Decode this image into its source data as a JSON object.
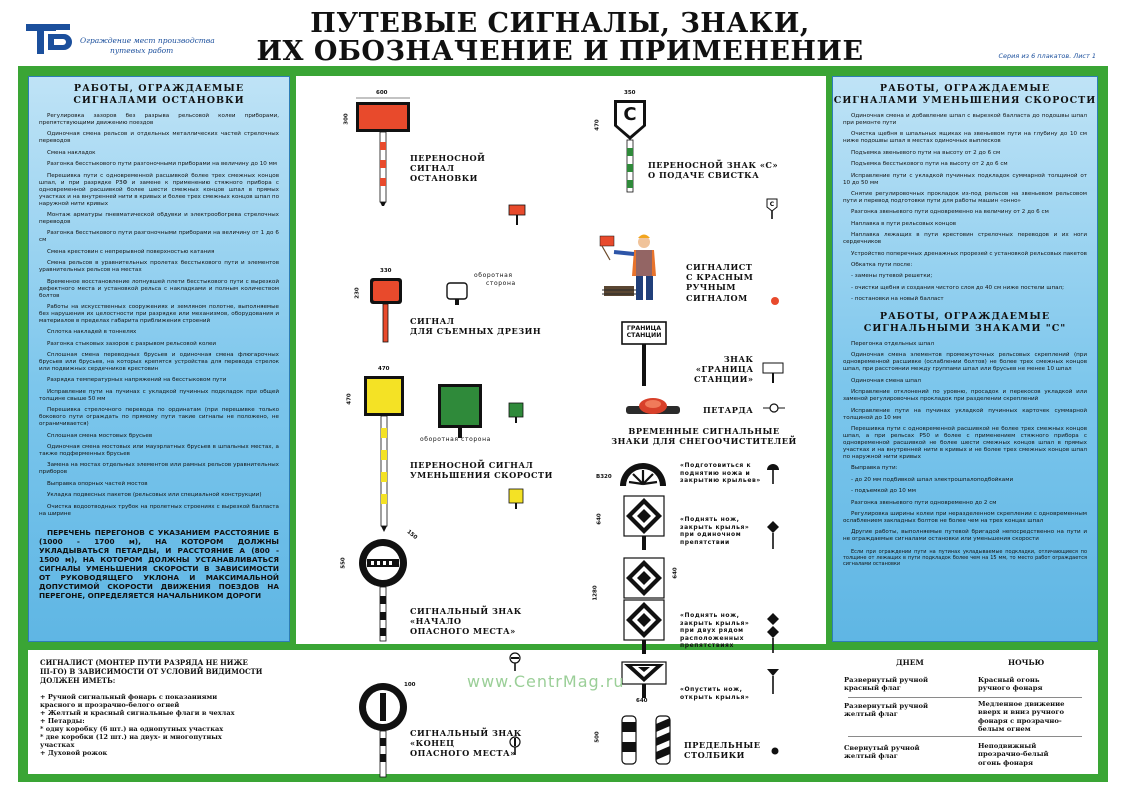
{
  "header": {
    "logo_text": "ТБ",
    "logo_caption_1": "Ограждение мест производства",
    "logo_caption_2": "путевых работ",
    "title_line_1": "ПУТЕВЫЕ СИГНАЛЫ, ЗНАКИ,",
    "title_line_2": "ИХ ОБОЗНАЧЕНИЕ И ПРИМЕНЕНИЕ",
    "series_note": "Серия из 6 плакатов. Лист 1"
  },
  "left_panel": {
    "title_1": "РАБОТЫ, ОГРАЖДАЕМЫЕ",
    "title_2": "СИГНАЛАМИ ОСТАНОВКИ",
    "items": [
      "Регулировка зазоров без разрыва рельсовой колеи приборами, препятствующими движению поездов",
      "Одиночная смена рельсов и отдельных металлических частей стрелочных переводов",
      "Смена накладок",
      "Разгонка бесстыкового пути разгоночными приборами на величину до 10 мм",
      "Перешивка пути с одновременной расшивкой более трех смежных концов шпал, и при разрядке РЗФ и замене к применению стяжного прибора с одновременной расшивкой более шести смежных концов шпал в прямых участках и на внутренней нити в кривых и более трех смежных концов шпал по наружной нити кривых",
      "Монтаж арматуры пневматической обдувки и электрообогрева стрелочных переводов",
      "Разгонка бесстыкового пути разгоночными приборами на величину от 1 до 6 см",
      "Смена крестовин с непрерывной поверхностью катания",
      "Смена рельсов в уравнительных пролетах бесстыкового пути и элементов уравнительных рельсов на местах",
      "Временное восстановление лопнувшей плети бесстыкового пути с вырезкой дефектного места и установкой рельса с накладками и полным количеством болтов",
      "Работы на искусственных сооружениях и земляном полотне, выполняемые без нарушения их целостности при разрядке или механизмов, оборудования и материалов в пределах габарита приближения строений",
      "Сплотка накладей в тоннелях",
      "Разгонка стыковых зазоров с разрывом рельсовой колеи",
      "Сплошная смена переводных брусьев и одиночная смена флюгарочных брусьев или брусьев, на которых крепятся устройства для перевода стрелок или подвижных сердечников крестовин",
      "Разрядка температурных напряжений на бесстыковом пути",
      "Исправление пути на пучинах с укладкой пучинных подкладок при общей толщине свыше 50 мм",
      "Перешивка стрелочного перевода по ординатам (при перешивке только бокового пути ограждать по прямому пути такие сигналы не положено, не ограничивается)",
      "Сплошная смена мостовых брусьев",
      "Одиночная смена мостовых или мауэрлатных брусьев в шпальных местах, а также подферменных брусьев",
      "Замена на мостах отдельных элементов или рамных рельсов уравнительных приборов",
      "Выправка опорных частей мостов",
      "Укладка подвесных пакетов (рельсовых или специальной конструкции)",
      "Очистка водоотводных трубок на пролетных строениях с вырезкой балласта на ширине"
    ],
    "note": "ПЕРЕЧЕНЬ ПЕРЕГОНОВ С УКАЗАНИЕМ РАССТОЯНИЕ Б (1000 - 1700 м), НА КОТОРОМ ДОЛЖНЫ УКЛАДЫВАТЬСЯ ПЕТАРДЫ, И РАССТОЯНИЕ А (800 - 1500 м), НА КОТОРОМ ДОЛЖНЫ УСТАНАВЛИВАТЬСЯ СИГНАЛЫ УМЕНЬШЕНИЯ СКОРОСТИ В ЗАВИСИМОСТИ ОТ РУКОВОДЯЩЕГО УКЛОНА И МАКСИМАЛЬНОЙ ДОПУСТИМОЙ СКОРОСТИ ДВИЖЕНИЯ ПОЕЗДОВ НА ПЕРЕГОНЕ, ОПРЕДЕЛЯЕТСЯ НАЧАЛЬНИКОМ ДОРОГИ"
  },
  "right_panel": {
    "title_1": "РАБОТЫ, ОГРАЖДАЕМЫЕ",
    "title_2": "СИГНАЛАМИ УМЕНЬШЕНИЯ СКОРОСТИ",
    "items": [
      "Одиночная смена и добавление шпал с вырезкой балласта до подошвы шпал при ремонте пути",
      "Очистка щебня в шпальных ящиках на звеньевом пути на глубину до 10 см ниже подошвы шпал в местах одиночных выплесков",
      "Подъемка звеньевого пути на высоту от 2 до 6 см",
      "Подъемка бесстыкового пути на высоту от 2 до 6 см",
      "Исправление пути с укладкой пучинных подкладок суммарной толщиной от 10 до 50 мм",
      "Снятие регулировочных прокладок из-под рельсов на звеньевом рельсовом пути и перевод подготовки пути для работы машин «онно»",
      "Разгонка звеньевого пути одновременно на величину от 2 до 6 см",
      "Наплавка в пути рельсовых концов",
      "Наплавка лежащих в пути крестовин стрелочных переводов и их ноги сердечников",
      "Устройство поперечных дренажных прорезей с установкой рельсовых пакетов",
      "Обкатка пути после:",
      "- замены путевой решетки;",
      "- очистки щебня и создания чистого слоя до 40 см ниже постели шпал;",
      "- постановки на новый балласт"
    ],
    "title_3": "РАБОТЫ, ОГРАЖДАЕМЫЕ",
    "title_4": "СИГНАЛЬНЫМИ ЗНАКАМИ \"С\"",
    "items2": [
      "Перегонка отдельных шпал",
      "Одиночная смена элементов промежуточных рельсовых скреплений (при одновременной расшивке (ослаблении болтов) не более трех смежных концов шпал, при расстоянии между группами шпал или брусьев не менее 10 шпал",
      "Одиночная смена шпал",
      "Исправление отклонений по уровню, просадок и перекосов укладкой или заменой регулировочных прокладок при разделении скреплений",
      "Исправление пути на пучинах укладкой пучинных карточек суммарной толщиной до 10 мм",
      "Перешивка пути с одновременной расшивкой не более трех смежных концов шпал, а при рельсах Р50 и более с применением стяжного прибора с одновременной расшивкой не более шести смежных концов шпал в прямых участках и на внутренней нити в кривых и не более трех смежных концов шпал по наружной нити кривых",
      "Выправка пути:",
      "- до 20 мм подбивкой шпал электрошпалоподбойками",
      "- подъемкой до 10 мм",
      "Разгонка звеньевого пути одновременно до 2 см",
      "Регулировка ширины колеи при неразделенном скреплении с одновременным ослаблением закладных болтов не более чем на трех концах шпал",
      "Другие работы, выполняемые путевой бригадой непосредственно на пути и не ограждаемые сигналами остановки или уменьшения скорости"
    ],
    "note2": "Если при ограждении пути на путинах укладываемые подкладки, отличающиеся по толщине от лежащих в пути подкладок более чем на 15 мм, то место работ ограждается сигналами остановки"
  },
  "center": {
    "dim_600": "600",
    "dim_300": "300",
    "stop_label": "ПЕРЕНОСНОЙ СИГНАЛ ОСТАНОВКИ",
    "stop_l1": "ПЕРЕНОСНОЙ",
    "stop_l2": "СИГНАЛ",
    "stop_l3": "ОСТАНОВКИ",
    "dim_330": "330",
    "dim_230": "230",
    "reverse_1": "оборотная",
    "reverse_2": "сторона",
    "drezina_l1": "СИГНАЛ",
    "drezina_l2": "ДЛЯ СЪЕМНЫХ ДРЕЗИН",
    "dim_470a": "470",
    "dim_470b": "470",
    "reverse_full": "оборотная сторона",
    "speed_l1": "ПЕРЕНОСНОЙ СИГНАЛ",
    "speed_l2": "УМЕНЬШЕНИЯ СКОРОСТИ",
    "dim_550": "550",
    "dim_150": "150",
    "start_l1": "СИГНАЛЬНЫЙ ЗНАК",
    "start_l2": "«НАЧАЛО",
    "start_l3": "ОПАСНОГО МЕСТА»",
    "dim_100": "100",
    "end_l1": "СИГНАЛЬНЫЙ ЗНАК",
    "end_l2": "«КОНЕЦ",
    "end_l3": "ОПАСНОГО МЕСТА»",
    "dim_350": "350",
    "c_letter": "С",
    "c_sign_l1": "ПЕРЕНОСНОЙ ЗНАК «С»",
    "c_sign_l2": "О ПОДАЧЕ СВИСТКА",
    "signalman_l1": "СИГНАЛИСТ",
    "signalman_l2": "С КРАСНЫМ",
    "signalman_l3": "РУЧНЫМ",
    "signalman_l4": "СИГНАЛОМ",
    "border_sign_1": "ГРАНИЦА",
    "border_sign_2": "СТАНЦИИ",
    "border_l1": "ЗНАК",
    "border_l2": "«ГРАНИЦА",
    "border_l3": "СТАНЦИИ»",
    "petard": "ПЕТАРДА",
    "snow_h1": "ВРЕМЕННЫЕ СИГНАЛЬНЫЕ",
    "snow_h2": "ЗНАКИ ДЛЯ СНЕГООЧИСТИТЕЛЕЙ",
    "b320": "B320",
    "dim_640a": "640",
    "dim_640b": "640",
    "dim_1280": "1280",
    "dim_640c": "640",
    "snow_1a": "«Подготовиться к",
    "snow_1b": "поднятию ножа и",
    "snow_1c": "закрытию крыльев»",
    "snow_2a": "«Поднять нож,",
    "snow_2b": "закрыть крылья»",
    "snow_2c": "при одиночном",
    "snow_2d": "препятствии",
    "snow_3a": "«Поднять нож,",
    "snow_3b": "закрыть крылья»",
    "snow_3c": "при двух рядом",
    "snow_3d": "расположенных",
    "snow_3e": "препятствиях",
    "snow_4a": "«Опустить нож,",
    "snow_4b": "открыть крылья»",
    "dim_500": "500",
    "posts_l1": "ПРЕДЕЛЬНЫЕ",
    "posts_l2": "СТОЛБИКИ"
  },
  "bottom_left": {
    "intro_1": "СИГНАЛИСТ (МОНТЕР ПУТИ РАЗРЯДА НЕ НИЖЕ",
    "intro_2": "III-го) В ЗАВИСИМОСТИ ОТ УСЛОВИЙ ВИДИМОСТИ",
    "intro_3": "ДОЛЖЕН ИМЕТЬ:",
    "list": [
      "+ Ручной сигнальный фонарь с показаниями",
      "  красного и прозрачно-белого огней",
      "+ Желтый и красный сигнальные флаги в чехлах",
      "+ Петарды:",
      "  * одну коробку (6 шт.) на однопутных участках",
      "  * две коробки (12 шт.) на двух- и многопутных",
      "  участках",
      "+ Духовой рожок"
    ]
  },
  "bottom_right": {
    "day": "ДНЕМ",
    "night": "НОЧЬЮ",
    "r1_day_1": "Развернутый ручной",
    "r1_day_2": "красный флаг",
    "r1_night_1": "Красный огонь",
    "r1_night_2": "ручного фонаря",
    "r2_day_1": "Развернутый ручной",
    "r2_day_2": "желтый флаг",
    "r2_night_1": "Медленное движение",
    "r2_night_2": "вверх и вниз ручного",
    "r2_night_3": "фонаря с прозрачно-",
    "r2_night_4": "белым огнем",
    "r3_day_1": "Свернутый ручной",
    "r3_day_2": "желтый флаг",
    "r3_night_1": "Неподвижный",
    "r3_night_2": "прозрачно-белый",
    "r3_night_3": "огонь фонаря"
  },
  "watermark": "www.CentrMag.ru",
  "colors": {
    "frame_green": "#3aa535",
    "panel_blue": "#7cc6ec",
    "signal_red": "#e84a2c",
    "signal_yellow": "#f4e225",
    "signal_green": "#2f8a3a"
  }
}
